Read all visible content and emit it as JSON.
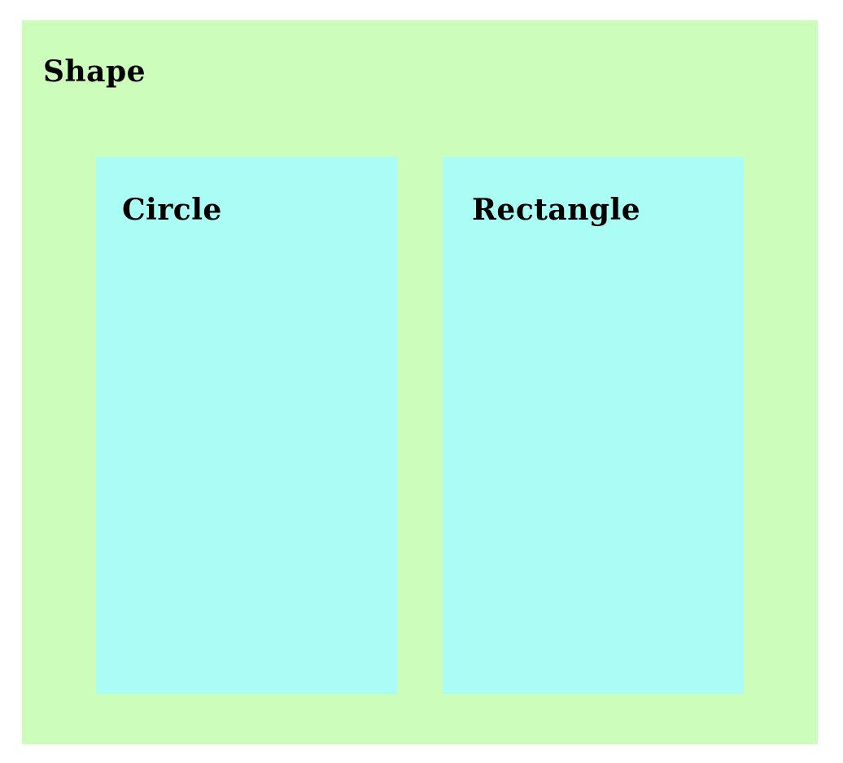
{
  "diagram": {
    "parent": {
      "label": "Shape",
      "color": "#ccfdbb"
    },
    "children": [
      {
        "label": "Circle",
        "color": "#a9fdf5"
      },
      {
        "label": "Rectangle",
        "color": "#a9fdf5"
      }
    ]
  }
}
